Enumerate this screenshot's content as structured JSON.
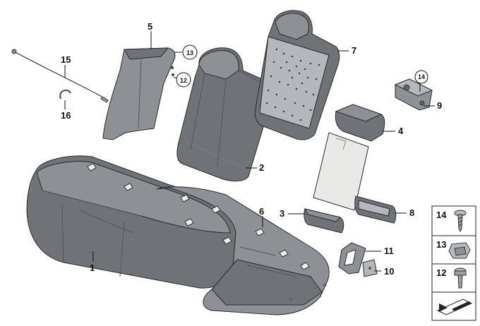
{
  "diagram": {
    "callouts": [
      {
        "id": "1",
        "label": "1"
      },
      {
        "id": "2",
        "label": "2"
      },
      {
        "id": "3",
        "label": "3"
      },
      {
        "id": "4",
        "label": "4"
      },
      {
        "id": "5",
        "label": "5"
      },
      {
        "id": "6",
        "label": "6"
      },
      {
        "id": "7",
        "label": "7"
      },
      {
        "id": "8",
        "label": "8"
      },
      {
        "id": "9",
        "label": "9"
      },
      {
        "id": "10",
        "label": "10"
      },
      {
        "id": "11",
        "label": "11"
      },
      {
        "id": "12",
        "label": "12"
      },
      {
        "id": "13",
        "label": "13"
      },
      {
        "id": "14",
        "label": "14"
      },
      {
        "id": "15",
        "label": "15"
      },
      {
        "id": "16",
        "label": "16"
      }
    ],
    "circled_callouts": [
      {
        "id": "c13",
        "label": "13"
      },
      {
        "id": "c12",
        "label": "12"
      },
      {
        "id": "c14",
        "label": "14"
      }
    ],
    "legend": [
      {
        "id": "l14",
        "label": "14",
        "icon": "screw-icon"
      },
      {
        "id": "l13",
        "label": "13",
        "icon": "clip-nut-icon"
      },
      {
        "id": "l12",
        "label": "12",
        "icon": "bolt-icon"
      },
      {
        "id": "lscale",
        "label": "",
        "icon": "scale-arrow-icon"
      }
    ],
    "colors": {
      "upholstery": "#6f7378",
      "trim": "#8d9196",
      "foam": "#e9e9e7",
      "line": "#2a2a2a"
    }
  }
}
